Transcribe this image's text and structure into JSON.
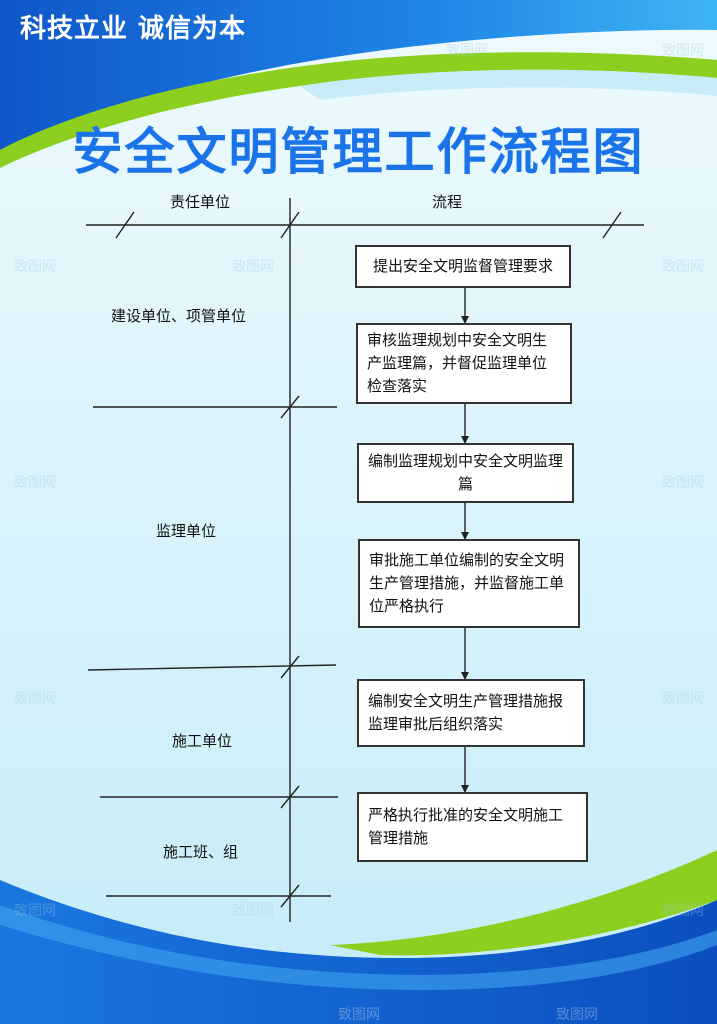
{
  "header": {
    "slogan": "科技立业 诚信为本",
    "title": "安全文明管理工作流程图"
  },
  "columns": {
    "responsibility": "责任单位",
    "process": "流程"
  },
  "units": [
    "建设单位、项管单位",
    "监理单位",
    "施工单位",
    "施工班、组"
  ],
  "steps": [
    "提出安全文明监督管理要求",
    "审核监理规划中安全文明生产监理篇，并督促监理单位检查落实",
    "编制监理规划中安全文明监理篇",
    "审批施工单位编制的安全文明生产管理措施，并监督施工单位严格执行",
    "编制安全文明生产管理措施报监理审批后组织落实",
    "严格执行批准的安全文明施工管理措施"
  ],
  "watermark": "致图网",
  "colors": {
    "title_blue": "#1a73e8",
    "frame_blue": "#1565d8",
    "accent_green": "#8ccf1e",
    "background": "#e6f7fd"
  }
}
